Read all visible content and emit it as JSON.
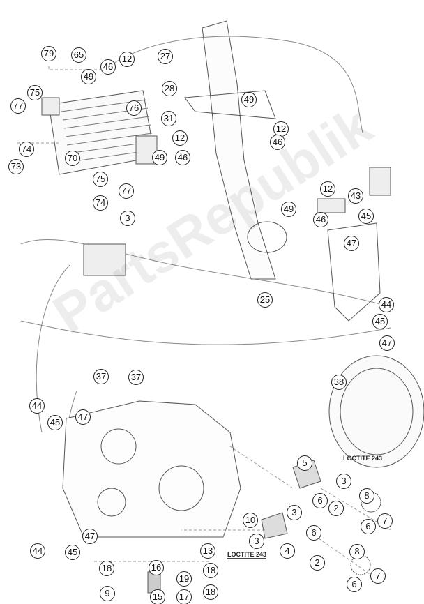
{
  "diagram": {
    "watermark": "PartsRepublik",
    "loctite_top": "LOCTITE 243",
    "loctite_bottom": "LOCTITE 243",
    "callouts": [
      "79",
      "65",
      "46",
      "12",
      "27",
      "49",
      "75",
      "28",
      "76",
      "77",
      "49",
      "31",
      "12",
      "12",
      "46",
      "49",
      "46",
      "74",
      "70",
      "73",
      "75",
      "77",
      "74",
      "3",
      "12",
      "43",
      "49",
      "46",
      "45",
      "47",
      "25",
      "44",
      "45",
      "47",
      "38",
      "37",
      "37",
      "44",
      "45",
      "47",
      "5",
      "3",
      "6",
      "8",
      "2",
      "6",
      "7",
      "10",
      "3",
      "6",
      "3",
      "4",
      "2",
      "8",
      "7",
      "6",
      "44",
      "45",
      "47",
      "13",
      "18",
      "16",
      "19",
      "18",
      "9",
      "15",
      "17",
      "18"
    ]
  }
}
